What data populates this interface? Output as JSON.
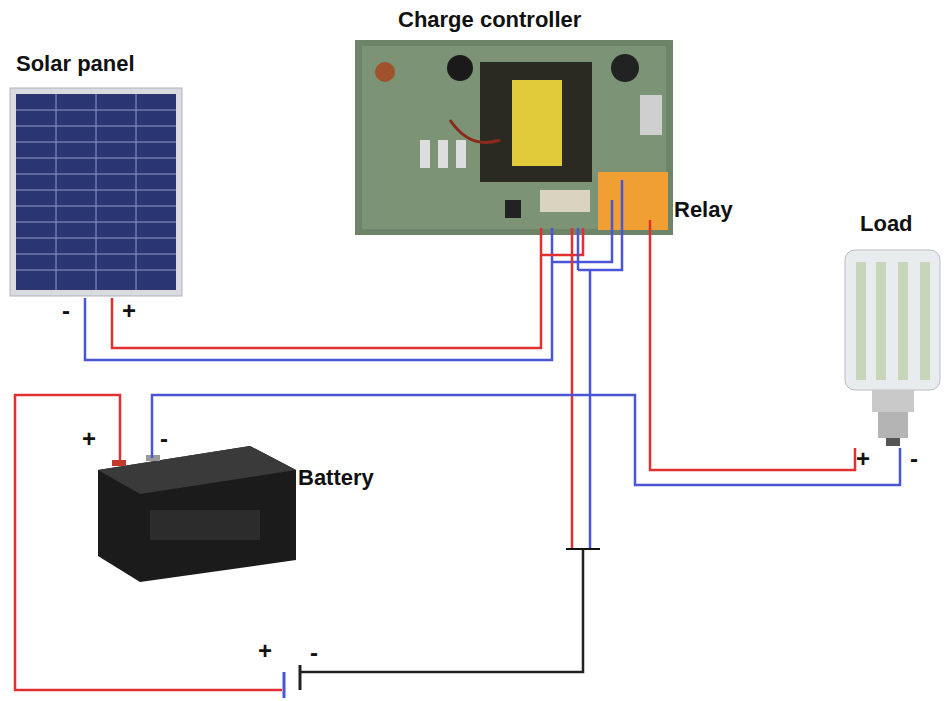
{
  "diagram": {
    "labels": [
      "Charge controller",
      "Solar panel",
      "Relay",
      "Load",
      "-",
      "+",
      "+",
      "-",
      "Battery",
      "+",
      "-",
      "+",
      "-"
    ]
  }
}
